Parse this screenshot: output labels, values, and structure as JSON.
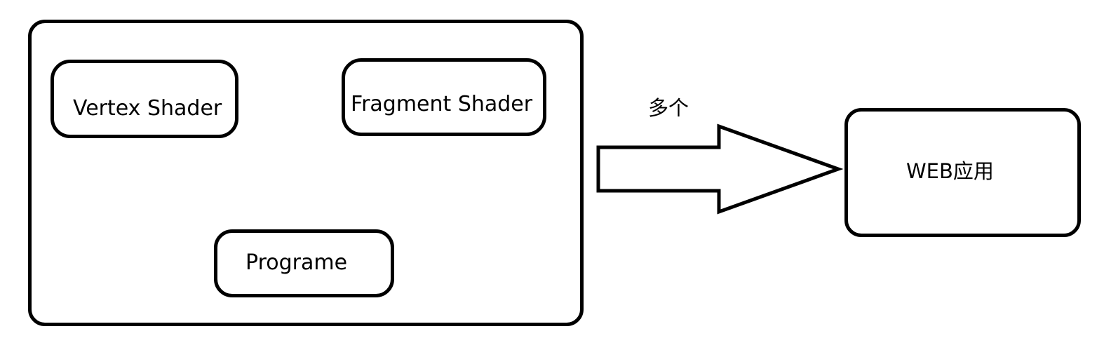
{
  "diagram": {
    "container": {},
    "vertex_shader": {
      "label": "Vertex Shader"
    },
    "fragment_shader": {
      "label": "Fragment Shader"
    },
    "programe": {
      "label": "Programe"
    },
    "arrow": {
      "label": "多个"
    },
    "web_app": {
      "label": "WEB应用"
    }
  },
  "colors": {
    "stroke": "#000000",
    "background": "#ffffff"
  }
}
